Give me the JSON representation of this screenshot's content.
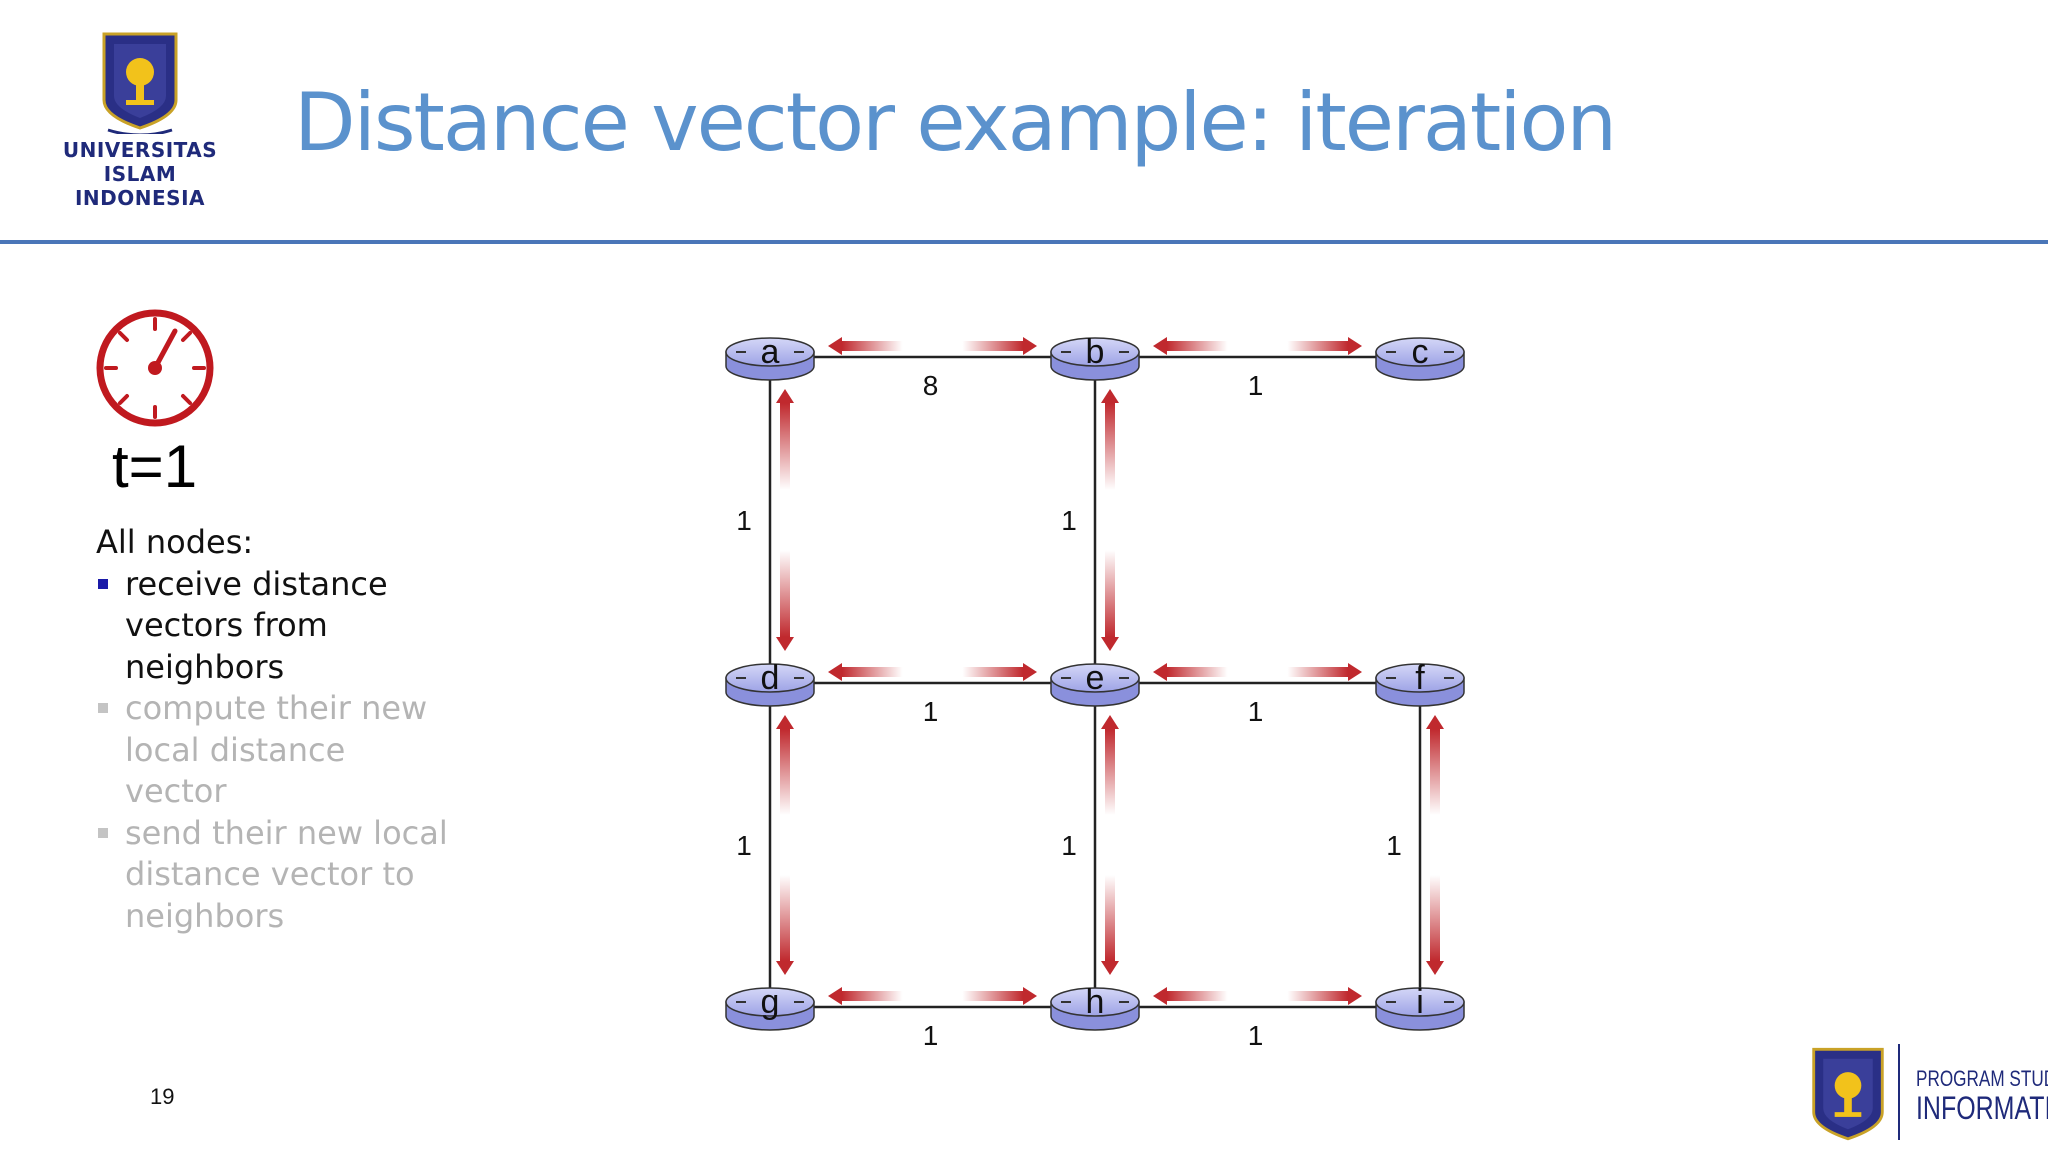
{
  "header": {
    "title": "Distance vector example: iteration",
    "university": [
      "UNIVERSITAS",
      "ISLAM",
      "INDONESIA"
    ]
  },
  "sidebar": {
    "time_label": "t=1",
    "intro": "All nodes:",
    "bullets": [
      {
        "text": "receive distance vectors from neighbors",
        "state": "active"
      },
      {
        "text": "compute their new local  distance vector",
        "state": "faded"
      },
      {
        "text": "send their new local distance vector to neighbors",
        "state": "faded"
      }
    ]
  },
  "network": {
    "nodes": [
      "a",
      "b",
      "c",
      "d",
      "e",
      "f",
      "g",
      "h",
      "i"
    ],
    "links": [
      {
        "from": "a",
        "to": "b",
        "cost": "8"
      },
      {
        "from": "b",
        "to": "c",
        "cost": "1"
      },
      {
        "from": "a",
        "to": "d",
        "cost": "1"
      },
      {
        "from": "b",
        "to": "e",
        "cost": "1"
      },
      {
        "from": "d",
        "to": "e",
        "cost": "1"
      },
      {
        "from": "e",
        "to": "f",
        "cost": "1"
      },
      {
        "from": "d",
        "to": "g",
        "cost": "1"
      },
      {
        "from": "e",
        "to": "h",
        "cost": "1"
      },
      {
        "from": "f",
        "to": "i",
        "cost": "1"
      },
      {
        "from": "g",
        "to": "h",
        "cost": "1"
      },
      {
        "from": "h",
        "to": "i",
        "cost": "1"
      }
    ],
    "arrow_color": "#c0292e",
    "node_color": "#b9bdf0"
  },
  "footer": {
    "page_number": "19",
    "program_line1": "PROGRAM STUDI",
    "program_line2": "INFORMATIKA"
  }
}
